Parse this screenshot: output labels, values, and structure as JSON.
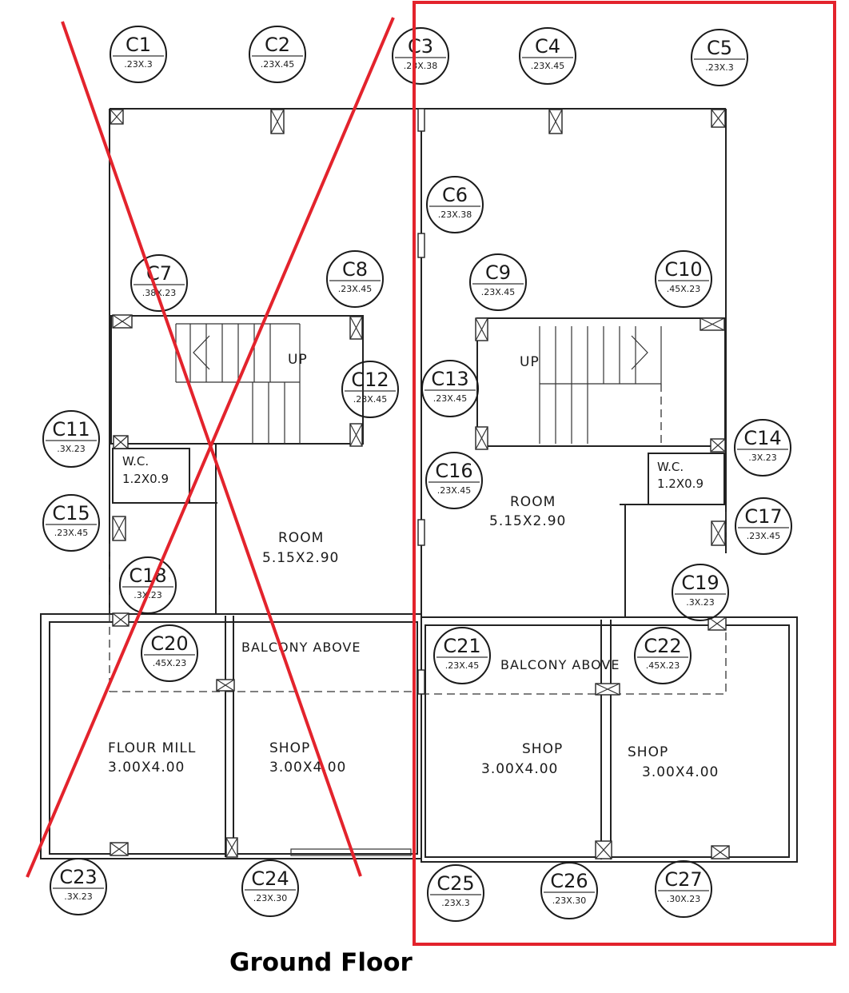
{
  "floor_title": "Ground Floor",
  "columns": [
    {
      "id": "C1",
      "size": ".23X.3"
    },
    {
      "id": "C2",
      "size": ".23X.45"
    },
    {
      "id": "C3",
      "size": ".23X.38"
    },
    {
      "id": "C4",
      "size": ".23X.45"
    },
    {
      "id": "C5",
      "size": ".23X.3"
    },
    {
      "id": "C6",
      "size": ".23X.38"
    },
    {
      "id": "C7",
      "size": ".38X.23"
    },
    {
      "id": "C8",
      "size": ".23X.45"
    },
    {
      "id": "C9",
      "size": ".23X.45"
    },
    {
      "id": "C10",
      "size": ".45X.23"
    },
    {
      "id": "C11",
      "size": ".3X.23"
    },
    {
      "id": "C12",
      "size": ".23X.45"
    },
    {
      "id": "C13",
      "size": ".23X.45"
    },
    {
      "id": "C14",
      "size": ".3X.23"
    },
    {
      "id": "C15",
      "size": ".23X.45"
    },
    {
      "id": "C16",
      "size": ".23X.45"
    },
    {
      "id": "C17",
      "size": ".23X.45"
    },
    {
      "id": "C18",
      "size": ".3X.23"
    },
    {
      "id": "C19",
      "size": ".3X.23"
    },
    {
      "id": "C20",
      "size": ".45X.23"
    },
    {
      "id": "C21",
      "size": ".23X.45"
    },
    {
      "id": "C22",
      "size": ".45X.23"
    },
    {
      "id": "C23",
      "size": ".3X.23"
    },
    {
      "id": "C24",
      "size": ".23X.30"
    },
    {
      "id": "C25",
      "size": ".23X.3"
    },
    {
      "id": "C26",
      "size": ".23X.30"
    },
    {
      "id": "C27",
      "size": ".30X.23"
    }
  ],
  "labels": {
    "up_left": "UP",
    "up_right": "UP",
    "wc_left_name": "W.C.",
    "wc_left_size": "1.2X0.9",
    "wc_right_name": "W.C.",
    "wc_right_size": "1.2X0.9",
    "room_left_name": "ROOM",
    "room_left_size": "5.15X2.90",
    "room_right_name": "ROOM",
    "room_right_size": "5.15X2.90",
    "balcony_left": "BALCONY ABOVE",
    "balcony_right": "BALCONY ABOVE",
    "flour_mill_name": "FLOUR MILL",
    "flour_mill_size": "3.00X4.00",
    "shop1_name": "SHOP",
    "shop1_size": "3.00X4.00",
    "shop2_name": "SHOP",
    "shop2_size": "3.00X4.00",
    "shop3_name": "SHOP",
    "shop3_size": "3.00X4.00"
  },
  "markup_color": "#e3232c"
}
